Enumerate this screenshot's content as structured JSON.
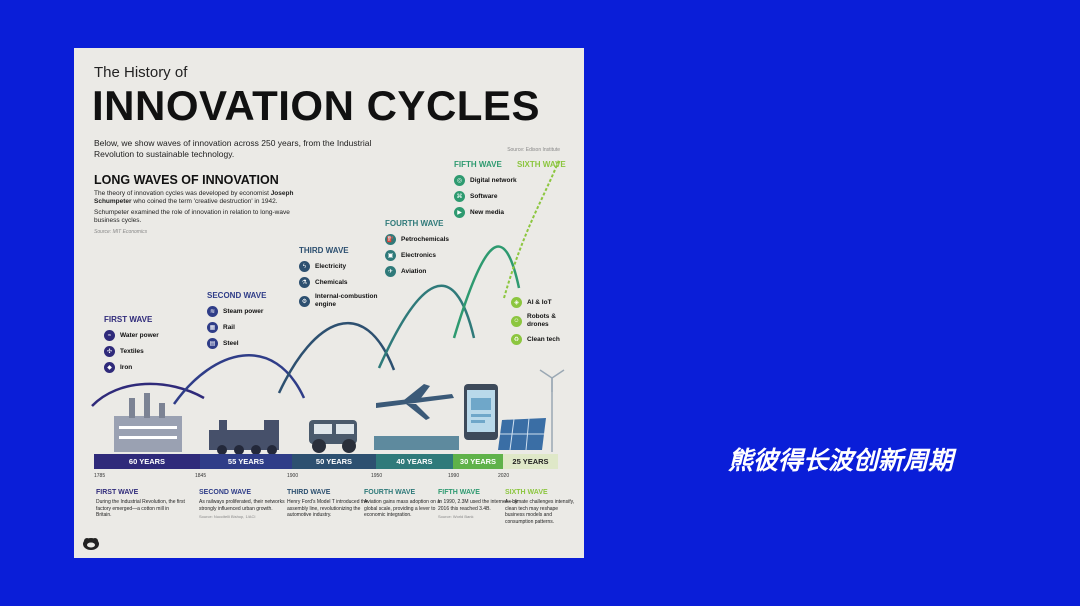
{
  "card": {
    "pre_title": "The History of",
    "title": "INNOVATION CYCLES",
    "intro": "Below, we show waves of innovation across 250 years, from the Industrial Revolution to sustainable technology.",
    "source_top": "Source: Edison Institute",
    "section_heading": "LONG WAVES OF INNOVATION",
    "section_p1_a": "The theory of innovation cycles was developed by economist ",
    "section_p1_name": "Joseph Schumpeter",
    "section_p1_b": " who coined the term 'creative destruction' in 1942.",
    "section_p2": "Schumpeter examined the role of innovation in relation to long-wave business cycles.",
    "section_source": "Source: MIT Economics"
  },
  "waves": [
    {
      "label": "FIRST WAVE",
      "color": "#2f2a7a",
      "items": [
        "Water power",
        "Textiles",
        "Iron"
      ],
      "icons": [
        "water-icon",
        "textile-icon",
        "iron-icon"
      ]
    },
    {
      "label": "SECOND WAVE",
      "color": "#2f3d88",
      "items": [
        "Steam power",
        "Rail",
        "Steel"
      ],
      "icons": [
        "steam-icon",
        "rail-icon",
        "steel-icon"
      ]
    },
    {
      "label": "THIRD WAVE",
      "color": "#2d5070",
      "items": [
        "Electricity",
        "Chemicals",
        "Internal-combustion engine"
      ],
      "icons": [
        "electricity-icon",
        "chemicals-icon",
        "engine-icon"
      ]
    },
    {
      "label": "FOURTH WAVE",
      "color": "#2f7a7a",
      "items": [
        "Petrochemicals",
        "Electronics",
        "Aviation"
      ],
      "icons": [
        "petrochemicals-icon",
        "electronics-icon",
        "aviation-icon"
      ]
    },
    {
      "label": "FIFTH WAVE",
      "color": "#2e9a70",
      "items": [
        "Digital network",
        "Software",
        "New media"
      ],
      "icons": [
        "network-icon",
        "software-icon",
        "media-icon"
      ]
    },
    {
      "label": "SIXTH WAVE",
      "color": "#8cc63f",
      "items": [
        "AI & IoT",
        "Robots & drones",
        "Clean tech"
      ],
      "icons": [
        "ai-icon",
        "robot-icon",
        "cleantech-icon"
      ]
    }
  ],
  "timeline": {
    "segments": [
      {
        "label": "60 YEARS",
        "color": "#2f2a7a"
      },
      {
        "label": "55 YEARS",
        "color": "#2f3d88"
      },
      {
        "label": "50 YEARS",
        "color": "#2d5070"
      },
      {
        "label": "40 YEARS",
        "color": "#2f7a7a"
      },
      {
        "label": "30 YEARS",
        "color": "#5fb24a"
      },
      {
        "label": "25 YEARS",
        "color": "#dfe8c8"
      }
    ],
    "years": [
      "1785",
      "1845",
      "1900",
      "1950",
      "1990",
      "2020"
    ]
  },
  "bottom": [
    {
      "title": "FIRST WAVE",
      "body": "During the Industrial Revolution, the first factory emerged—a cotton mill in Britain.",
      "source": ""
    },
    {
      "title": "SECOND WAVE",
      "body": "As railways proliferated, their networks strongly influenced urban growth.",
      "source": "Source: Nuccitelli Bishop, 1/ACI"
    },
    {
      "title": "THIRD WAVE",
      "body": "Henry Ford's Model T introduced the assembly line, revolutionizing the automotive industry.",
      "source": ""
    },
    {
      "title": "FOURTH WAVE",
      "body": "Aviation gains mass adoption on a global scale, providing a lever to economic integration.",
      "source": ""
    },
    {
      "title": "FIFTH WAVE",
      "body": "In 1990, 2.3M used the internet—by 2016 this reached 3.4B.",
      "source": "Source: World Bank"
    },
    {
      "title": "SIXTH WAVE",
      "body": "As climate challenges intensify, clean tech may reshape business models and consumption patterns.",
      "source": ""
    }
  ],
  "caption": "熊彼得长波创新周期"
}
